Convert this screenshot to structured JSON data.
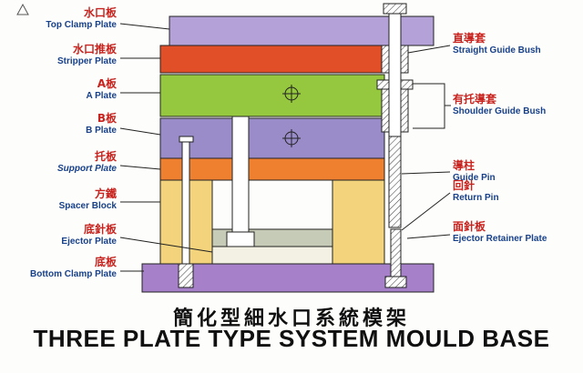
{
  "title": {
    "cn": "簡化型細水口系統模架",
    "en": "THREE PLATE TYPE SYSTEM MOULD BASE"
  },
  "labels_left": [
    {
      "cn": "水口板",
      "en": "Top Clamp Plate"
    },
    {
      "cn": "水口推板",
      "en": "Stripper Plate"
    },
    {
      "cn": "A板",
      "en": "A Plate"
    },
    {
      "cn": "B板",
      "en": "B Plate"
    },
    {
      "cn": "托板",
      "en": "Support Plate"
    },
    {
      "cn": "方鐵",
      "en": "Spacer Block"
    },
    {
      "cn": "底針板",
      "en": "Ejector Plate"
    },
    {
      "cn": "底板",
      "en": "Bottom Clamp Plate"
    }
  ],
  "labels_right": [
    {
      "cn": "直導套",
      "en": "Straight Guide Bush"
    },
    {
      "cn": "有托導套",
      "en": "Shoulder Guide Bush"
    },
    {
      "cn": "導柱",
      "en": "Guide Pin"
    },
    {
      "cn": "回針",
      "en": "Return Pin"
    },
    {
      "cn": "面針板",
      "en": "Ejector Retainer Plate"
    }
  ],
  "colors": {
    "top_clamp_plate": "#b3a1d8",
    "stripper_plate": "#e14f28",
    "a_plate": "#95c83e",
    "b_plate": "#9a8cc9",
    "support_plate": "#ee8030",
    "spacer_block": "#f3d47c",
    "ejector_retainer_plate": "#c6cbb7",
    "ejector_plate": "#f3f1e4",
    "bottom_clamp_plate": "#a780ca",
    "label_cn": "#c8231e",
    "label_en": "#17408a"
  }
}
